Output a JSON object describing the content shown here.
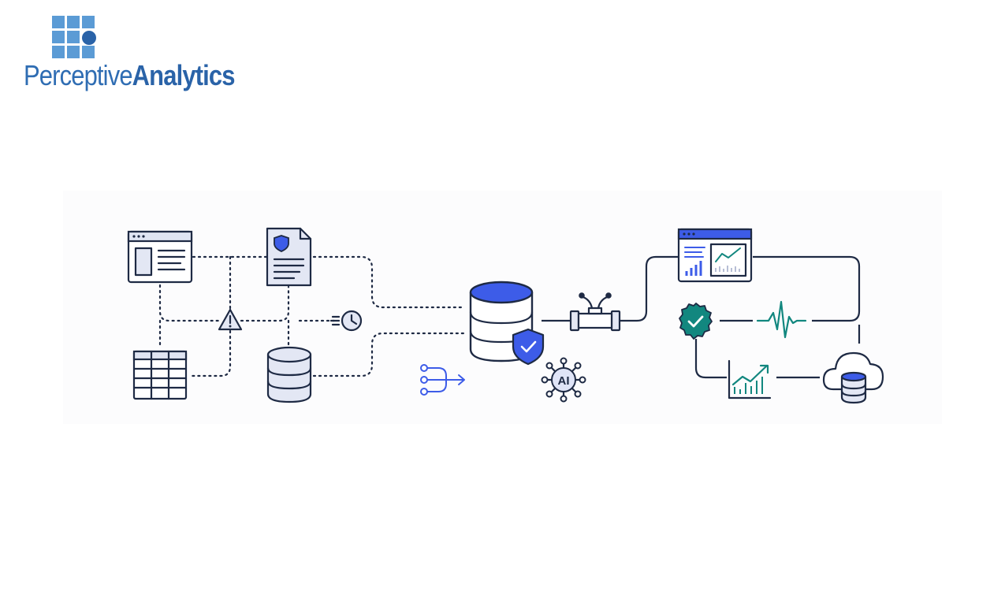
{
  "logo": {
    "text_light": "Perceptive",
    "text_bold": "Analytics",
    "mark_color": "#5b9bd5",
    "text_color": "#2f6db3"
  },
  "diagram": {
    "ai_badge_label": "AI",
    "colors": {
      "line": "#1e2a44",
      "accent_blue": "#3d5ce8",
      "fill_light": "#e3e7f4",
      "teal": "#12877f"
    },
    "icons": [
      "browser-window-icon",
      "secure-document-icon",
      "warning-icon",
      "clock-icon",
      "spreadsheet-icon",
      "database-icon",
      "central-database-icon",
      "shield-check-icon",
      "pipeline-icon",
      "flow-merge-icon",
      "ai-network-icon",
      "dashboard-icon",
      "verified-badge-icon",
      "heartbeat-icon",
      "growth-chart-icon",
      "cloud-database-icon"
    ]
  }
}
